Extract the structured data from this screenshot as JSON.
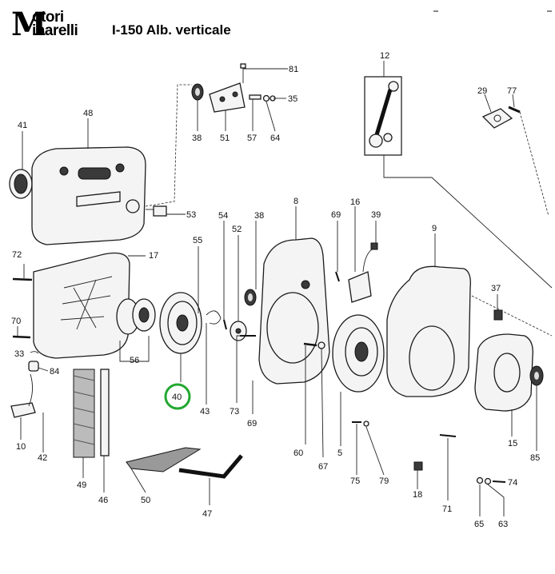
{
  "header": {
    "logo_line1": "otori",
    "logo_line2": "inarelli",
    "logo_initial": "M",
    "title": "I-150  Alb. verticale"
  },
  "highlight": {
    "part": "40",
    "color": "#22a831"
  },
  "part_labels": [
    "81",
    "35",
    "12",
    "29",
    "77",
    "38",
    "51",
    "57",
    "64",
    "41",
    "48",
    "53",
    "8",
    "16",
    "39",
    "69",
    "54",
    "38",
    "52",
    "9",
    "72",
    "17",
    "55",
    "37",
    "70",
    "33",
    "84",
    "56",
    "40",
    "43",
    "73",
    "69",
    "60",
    "67",
    "5",
    "71",
    "15",
    "85",
    "75",
    "79",
    "18",
    "74",
    "10",
    "42",
    "49",
    "46",
    "50",
    "47",
    "65",
    "63"
  ]
}
